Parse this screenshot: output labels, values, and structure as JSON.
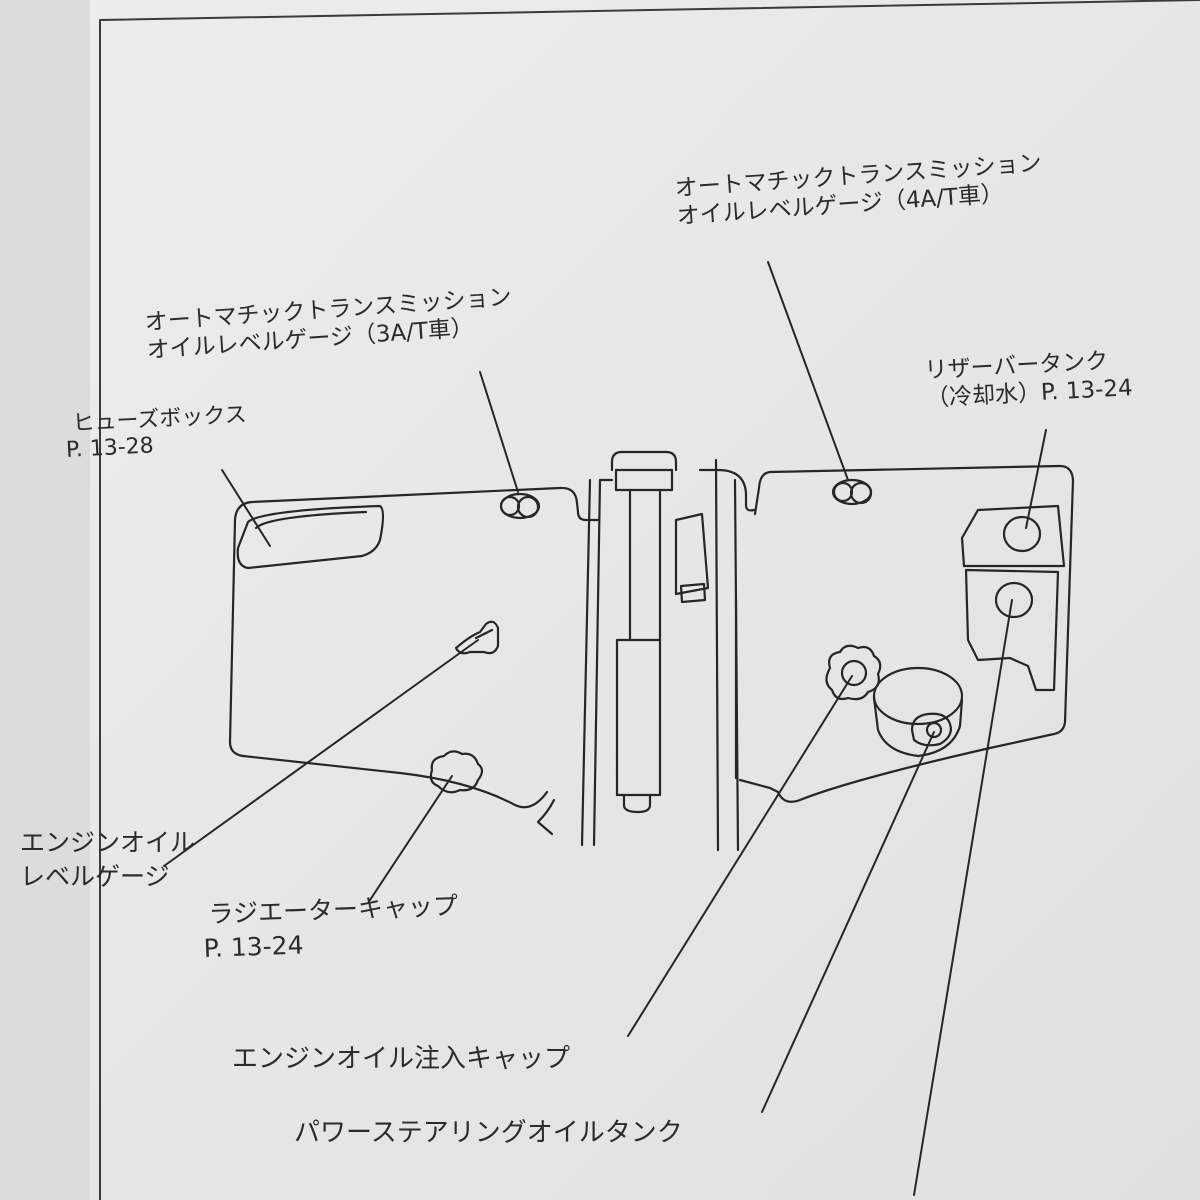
{
  "callouts": {
    "at4": {
      "line1": "オートマチックトランスミッション",
      "line2": "オイルレベルゲージ（4A/T車）"
    },
    "at3": {
      "line1": "オートマチックトランスミッション",
      "line2": "オイルレベルゲージ（3A/T車）"
    },
    "reserve_tank": {
      "line1": "リザーバータンク",
      "line2": "（冷却水）P. 13-24"
    },
    "fuse_box": {
      "line1": "ヒューズボックス",
      "line2": "P. 13-28"
    },
    "engine_oil_gauge": {
      "line1": "エンジンオイル",
      "line2": "レベルゲージ"
    },
    "radiator_cap": {
      "line1": "ラジエーターキャップ",
      "line2": "P. 13-24"
    },
    "oil_filler_cap": {
      "line1": "エンジンオイル注入キャップ"
    },
    "ps_oil_tank": {
      "line1": "パワーステアリングオイルタンク"
    }
  }
}
